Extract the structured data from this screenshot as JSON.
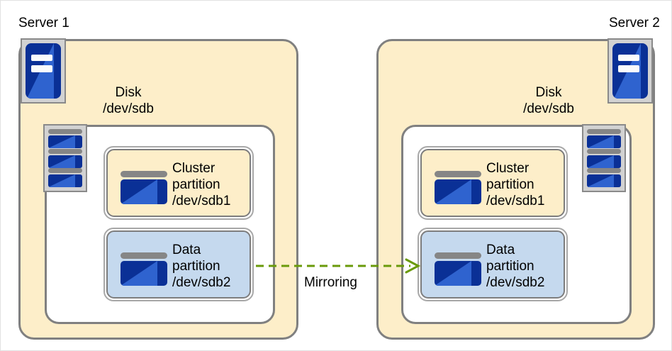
{
  "diagram": {
    "title_left": "Server 1",
    "title_right": "Server 2",
    "mirroring_label": "Mirroring",
    "colors": {
      "server_fill": "#fdeec9",
      "disk_fill": "#ffffff",
      "cluster_partition_fill": "#fdeec9",
      "data_partition_fill": "#c5d9ee",
      "border_gray": "#808080",
      "icon_blue_light": "#2f63cf",
      "icon_blue_dark": "#0a3096",
      "icon_gray": "#868686",
      "arrow_green": "#6a9a0a"
    }
  },
  "servers": [
    {
      "id": "server-1",
      "title": "Server 1",
      "disk_label_line1": "Disk",
      "disk_label_line2": "/dev/sdb",
      "partitions": [
        {
          "id": "cluster-partition",
          "line1": "Cluster",
          "line2": "partition",
          "line3": "/dev/sdb1",
          "fill": "#fdeec9"
        },
        {
          "id": "data-partition",
          "line1": "Data",
          "line2": "partition",
          "line3": "/dev/sdb2",
          "fill": "#c5d9ee"
        }
      ]
    },
    {
      "id": "server-2",
      "title": "Server 2",
      "disk_label_line1": "Disk",
      "disk_label_line2": "/dev/sdb",
      "partitions": [
        {
          "id": "cluster-partition",
          "line1": "Cluster",
          "line2": "partition",
          "line3": "/dev/sdb1",
          "fill": "#fdeec9"
        },
        {
          "id": "data-partition",
          "line1": "Data",
          "line2": "partition",
          "line3": "/dev/sdb2",
          "fill": "#c5d9ee"
        }
      ]
    }
  ],
  "connection": {
    "label": "Mirroring",
    "style": "dashed",
    "color": "#6a9a0a",
    "direction": "left-to-right"
  },
  "icons": {
    "server_tower": "server-tower-icon",
    "disk_stack": "disk-stack-icon",
    "partition_disc": "partition-disc-icon"
  }
}
